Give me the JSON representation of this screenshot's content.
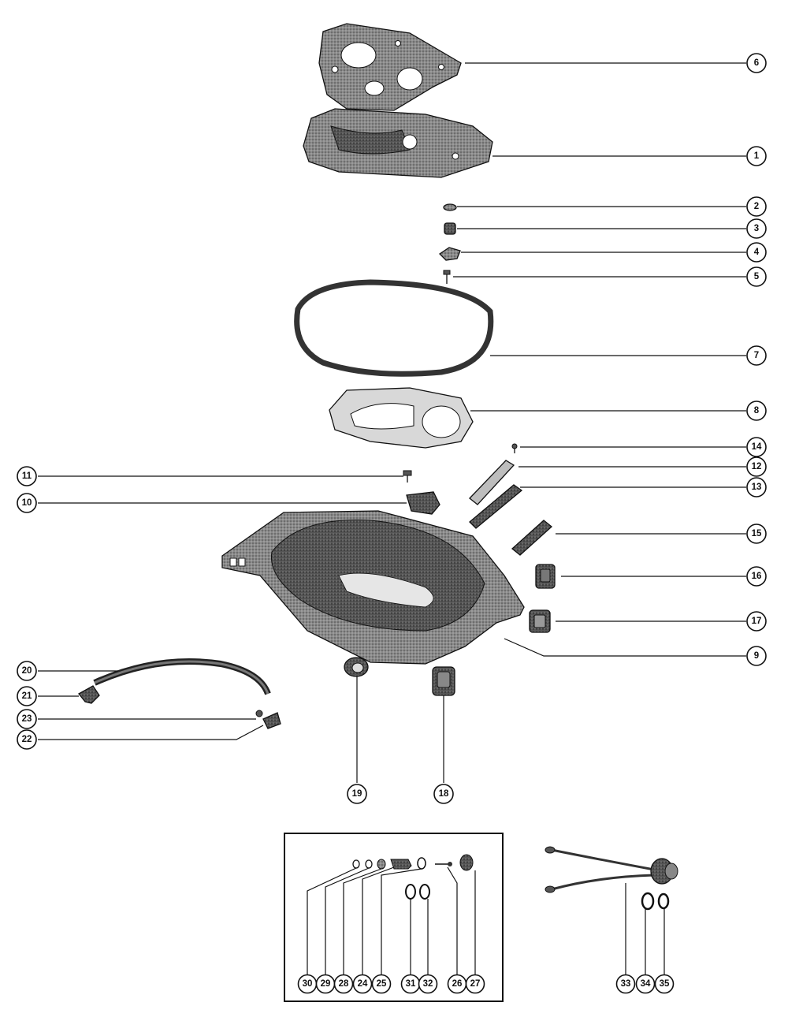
{
  "callouts": {
    "c1": "1",
    "c2": "2",
    "c3": "3",
    "c4": "4",
    "c5": "5",
    "c6": "6",
    "c7": "7",
    "c8": "8",
    "c9": "9",
    "c10": "10",
    "c11": "11",
    "c12": "12",
    "c13": "13",
    "c14": "14",
    "c15": "15",
    "c16": "16",
    "c17": "17",
    "c18": "18",
    "c19": "19",
    "c20": "20",
    "c21": "21",
    "c22": "22",
    "c23": "23",
    "c24": "24",
    "c25": "25",
    "c26": "26",
    "c27": "27",
    "c28": "28",
    "c29": "29",
    "c30": "30",
    "c31": "31",
    "c32": "32",
    "c33": "33",
    "c34": "34",
    "c35": "35"
  },
  "colors": {
    "ink": "#111111",
    "part_fill": "#6e6e6e",
    "paper": "#ffffff"
  }
}
